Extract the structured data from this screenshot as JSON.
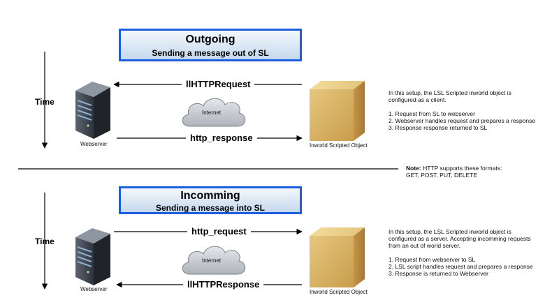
{
  "outgoing": {
    "title": "Outgoing",
    "subtitle": "Sending a message out of SL",
    "time_label": "Time",
    "top_arrow_label": "llHTTPRequest",
    "bottom_arrow_label": "http_response",
    "cloud_label": "Internet",
    "server_label": "Webserver",
    "object_label": "Inworld Scripted Object",
    "description": {
      "intro_1": "In this setup, the LSL Scripted inworld object is",
      "intro_2": "configured as a client.",
      "step_1": "1. Request from SL to webserver",
      "step_2": "2. Webserver handles request and prepares a response",
      "step_3": "3. Response response returned to SL"
    }
  },
  "note": {
    "label": "Note:",
    "text_1": " HTTP supports these formats:",
    "text_2": "GET, POST, PUT, DELETE"
  },
  "incoming": {
    "title": "Incomming",
    "subtitle": "Sending a message into SL",
    "time_label": "Time",
    "top_arrow_label": "http_request",
    "bottom_arrow_label": "llHTTPResponse",
    "cloud_label": "Internet",
    "server_label": "Webserver",
    "object_label": "Inworld Scripted Object",
    "description": {
      "intro_1": "In this setup, the LSL Scripted inworld object is",
      "intro_2": "configured as a server. Accepting incomming requests",
      "intro_3": "from an out of world server.",
      "step_1": "1. Request from webserver to SL",
      "step_2": "2. LSL script handles request and prepares a response",
      "step_3": "3. Response is returned to Webserver"
    }
  },
  "colors": {
    "title_border": "#1a5fe0",
    "title_fill": "#c5d8ec",
    "cube": "#d9b466",
    "cloud": "#c8ccd2"
  }
}
